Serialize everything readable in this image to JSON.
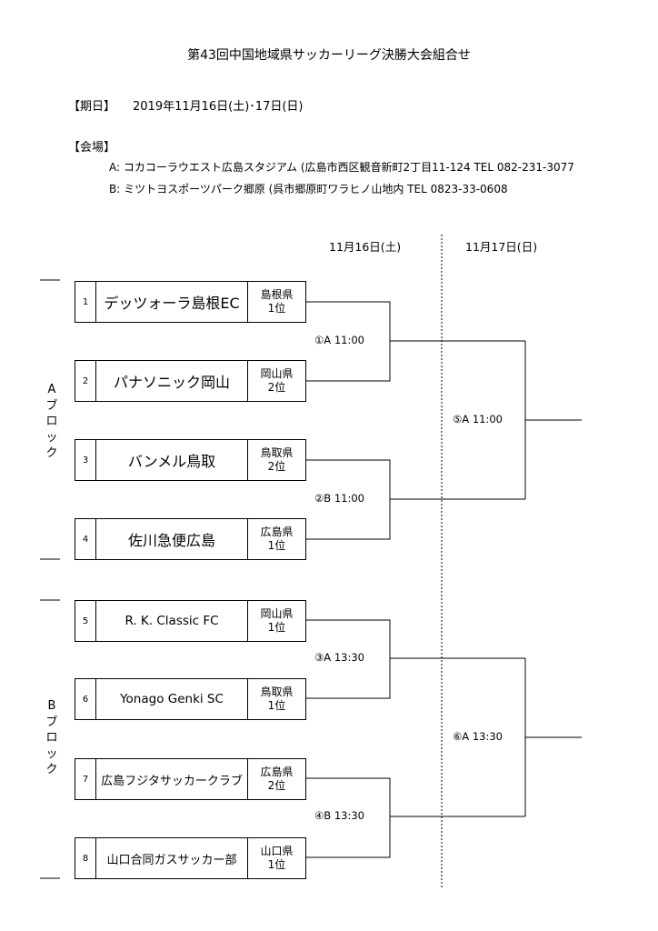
{
  "title": "第43回中国地域県サッカーリーグ決勝大会組合せ",
  "date": {
    "label": "【期日】",
    "value": "2019年11月16日(土)･17日(日)"
  },
  "venue": {
    "label": "【会場】",
    "a": "A:  コカコーラウエスト広島スタジアム  (広島市西区観音新町2丁目11-124  TEL  082-231-3077",
    "b": "B:  ミツトヨスポーツパーク郷原  (呉市郷原町ワラヒノ山地内        TEL  0823-33-0608"
  },
  "days": [
    "11月16日(土)",
    "11月17日(日)"
  ],
  "blocks": [
    "Aブロック",
    "Bブロック"
  ],
  "teams": [
    {
      "num": "1",
      "name": "デッツォーラ島根EC",
      "pref": "島根県",
      "rank": "1位"
    },
    {
      "num": "2",
      "name": "パナソニック岡山",
      "pref": "岡山県",
      "rank": "2位"
    },
    {
      "num": "3",
      "name": "バンメル鳥取",
      "pref": "鳥取県",
      "rank": "2位"
    },
    {
      "num": "4",
      "name": "佐川急便広島",
      "pref": "広島県",
      "rank": "1位"
    },
    {
      "num": "5",
      "name": "R. K. Classic FC",
      "pref": "岡山県",
      "rank": "1位"
    },
    {
      "num": "6",
      "name": "Yonago Genki SC",
      "pref": "鳥取県",
      "rank": "1位"
    },
    {
      "num": "7",
      "name": "広島フジタサッカークラブ",
      "pref": "広島県",
      "rank": "2位"
    },
    {
      "num": "8",
      "name": "山口合同ガスサッカー部",
      "pref": "山口県",
      "rank": "1位"
    }
  ],
  "matches": [
    "①A  11:00",
    "②B  11:00",
    "③A  13:30",
    "④B  13:30",
    "⑤A  11:00",
    "⑥A  13:30"
  ]
}
